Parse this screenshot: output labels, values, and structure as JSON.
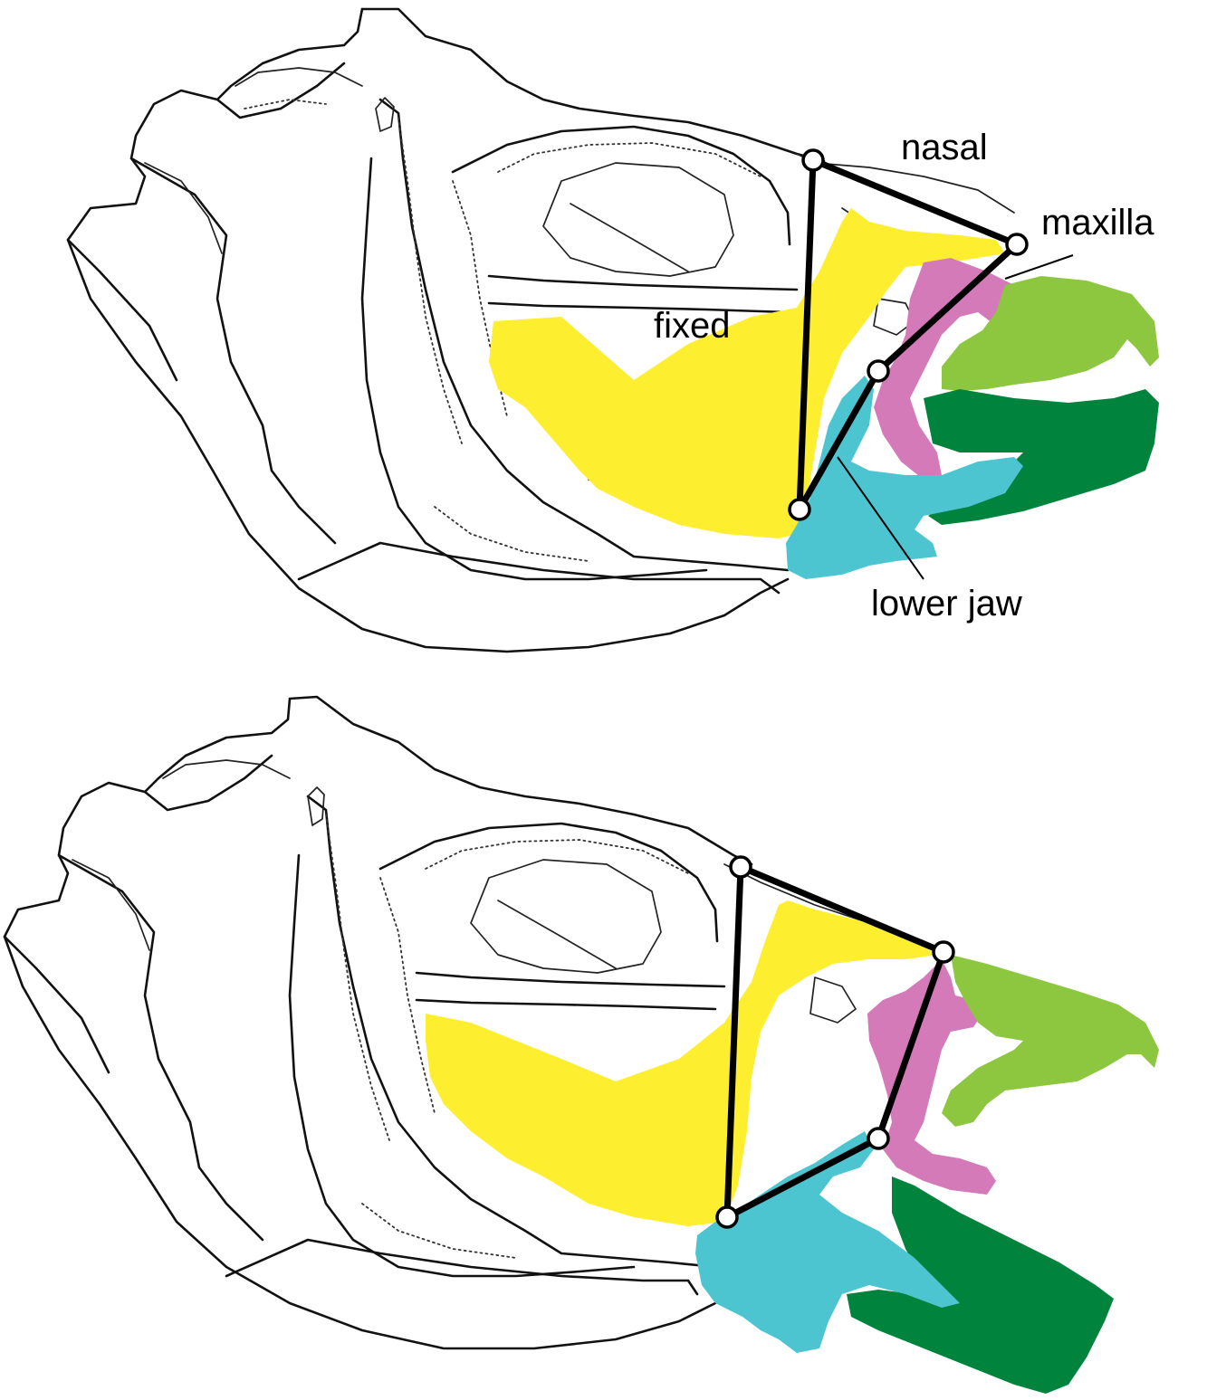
{
  "figure": {
    "panels": [
      {
        "id": "closed",
        "labels": {
          "nasal": "nasal",
          "maxilla": "maxilla",
          "fixed": "fixed",
          "lower_jaw": "lower jaw"
        }
      },
      {
        "id": "open",
        "labels": {}
      }
    ]
  },
  "colors": {
    "fixed_link": "#fdee2f",
    "maxilla_link": "#d57ab8",
    "lower_jaw_link": "#4dc5d1",
    "upper_jaw_teeth": "#8dc63f",
    "lower_jaw_teeth": "#00843d",
    "linkage_bars": "#000000",
    "background": "#ffffff"
  }
}
